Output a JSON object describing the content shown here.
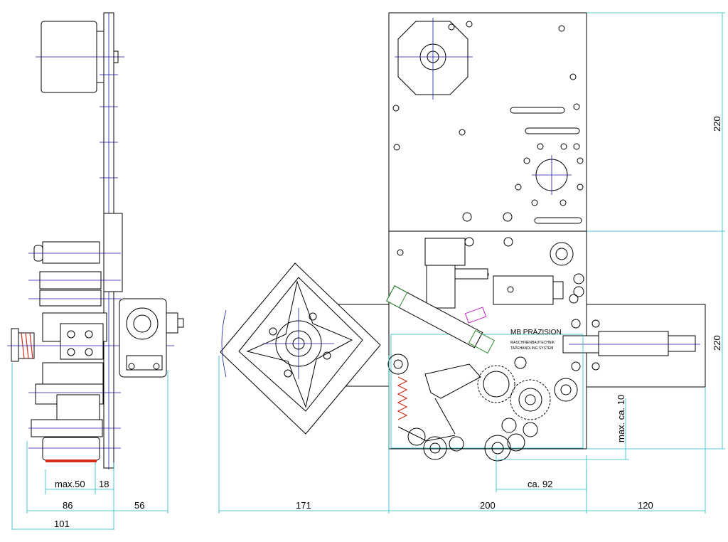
{
  "dimensions": {
    "side_view": {
      "max50": "max.50",
      "d18": "18",
      "d86": "86",
      "d56": "56",
      "d101": "101"
    },
    "front_view": {
      "d171": "171",
      "d200": "200",
      "d120": "120",
      "ca92": "ca. 92",
      "max_ca10": "max. ca. 10",
      "h220_top": "220",
      "h220_bottom": "220"
    }
  },
  "logo": {
    "brand": "MB PRÄZISION",
    "line1": "MASCHINENBAUTECHNIK",
    "line2": "TAPEHANDLING SYSTEM"
  },
  "colors": {
    "outline": "#000000",
    "centerlines": "#1a1aa8",
    "dimensions": "#1fb8c8",
    "cylinder": "#2e8b2e",
    "valve": "#c020c0",
    "spring": "#d03020"
  }
}
